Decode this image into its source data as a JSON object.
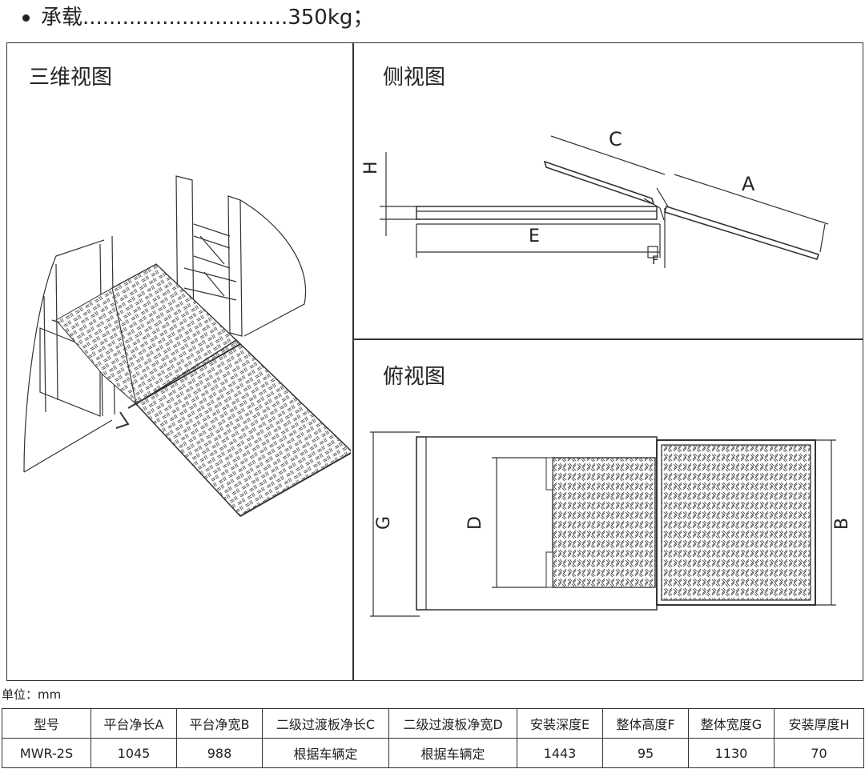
{
  "bullet": "承载...............................350kg；",
  "panels": {
    "iso_title": "三维视图",
    "side_title": "侧视图",
    "top_title": "俯视图"
  },
  "side_labels": {
    "H": "H",
    "C": "C",
    "A": "A",
    "E": "E",
    "F": "F"
  },
  "top_labels": {
    "G": "G",
    "D": "D",
    "B": "B"
  },
  "unit": "单位：mm",
  "table": {
    "headers": [
      "型号",
      "平台净长A",
      "平台净宽B",
      "二级过渡板净长C",
      "二级过渡板净宽D",
      "安装深度E",
      "整体高度F",
      "整体宽度G",
      "安装厚度H"
    ],
    "row": [
      "MWR-2S",
      "1045",
      "988",
      "根据车辆定",
      "根据车辆定",
      "1443",
      "95",
      "1130",
      "70"
    ]
  },
  "colors": {
    "line": "#333333",
    "hatch": "#555555"
  }
}
